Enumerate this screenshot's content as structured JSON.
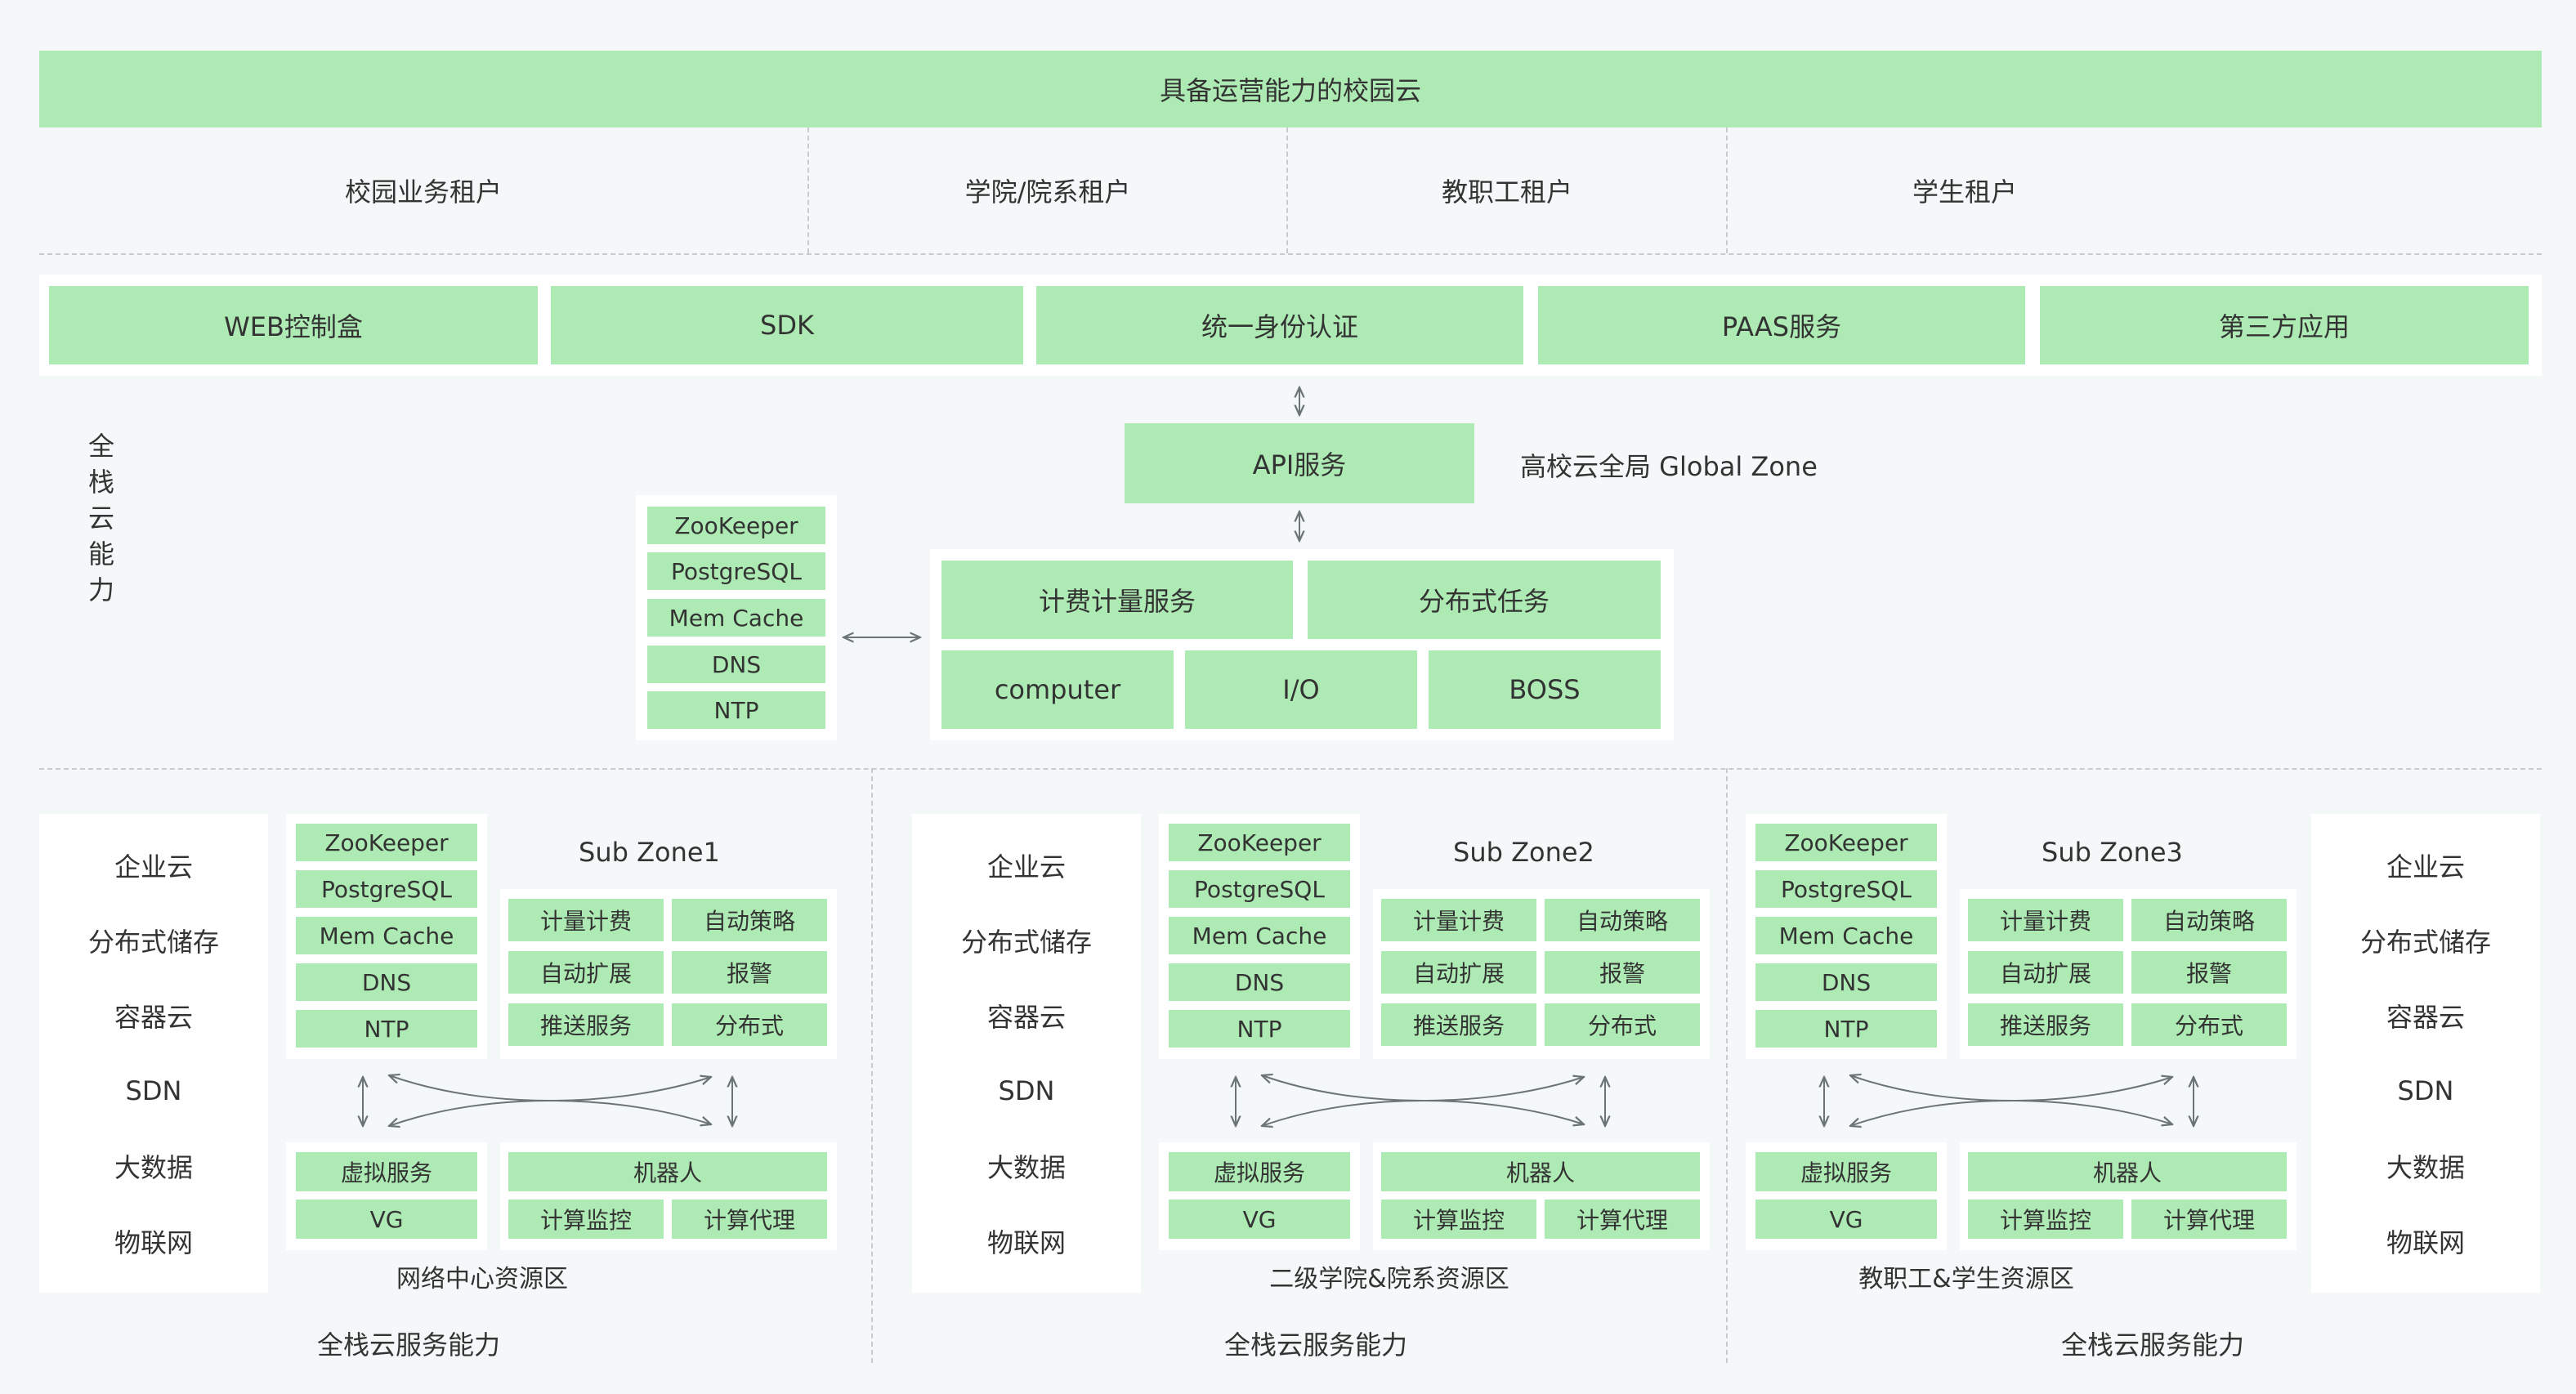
{
  "header": {
    "title": "具备运营能力的校园云"
  },
  "tenants": [
    "校园业务租户",
    "学院/院系租户",
    "教职工租户",
    "学生租户"
  ],
  "access_layer": [
    "WEB控制盒",
    "SDK",
    "统一身份认证",
    "PAAS服务",
    "第三方应用"
  ],
  "side_label": "全栈云能力",
  "global_zone": {
    "api": "API服务",
    "label": "高校云全局 Global Zone",
    "infra": [
      "ZooKeeper",
      "PostgreSQL",
      "Mem Cache",
      "DNS",
      "NTP"
    ],
    "services_top": [
      "计费计量服务",
      "分布式任务"
    ],
    "services_bottom": [
      "computer",
      "I/O",
      "BOSS"
    ]
  },
  "subzones": [
    {
      "capabilities": [
        "企业云",
        "分布式储存",
        "容器云",
        "SDN",
        "大数据",
        "物联网"
      ],
      "infra": [
        "ZooKeeper",
        "PostgreSQL",
        "Mem Cache",
        "DNS",
        "NTP"
      ],
      "title": "Sub Zone1",
      "services": [
        "计量计费",
        "自动策略",
        "自动扩展",
        "报警",
        "推送服务",
        "分布式"
      ],
      "virtual": [
        "虚拟服务",
        "VG"
      ],
      "robot": "机器人",
      "robot_items": [
        "计算监控",
        "计算代理"
      ],
      "zone_name": "网络中心资源区",
      "footer": "全栈云服务能力"
    },
    {
      "capabilities": [
        "企业云",
        "分布式储存",
        "容器云",
        "SDN",
        "大数据",
        "物联网"
      ],
      "infra": [
        "ZooKeeper",
        "PostgreSQL",
        "Mem Cache",
        "DNS",
        "NTP"
      ],
      "title": "Sub Zone2",
      "services": [
        "计量计费",
        "自动策略",
        "自动扩展",
        "报警",
        "推送服务",
        "分布式"
      ],
      "virtual": [
        "虚拟服务",
        "VG"
      ],
      "robot": "机器人",
      "robot_items": [
        "计算监控",
        "计算代理"
      ],
      "zone_name": "二级学院&院系资源区",
      "footer": "全栈云服务能力"
    },
    {
      "capabilities": [
        "企业云",
        "分布式储存",
        "容器云",
        "SDN",
        "大数据",
        "物联网"
      ],
      "infra": [
        "ZooKeeper",
        "PostgreSQL",
        "Mem Cache",
        "DNS",
        "NTP"
      ],
      "title": "Sub Zone3",
      "services": [
        "计量计费",
        "自动策略",
        "自动扩展",
        "报警",
        "推送服务",
        "分布式"
      ],
      "virtual": [
        "虚拟服务",
        "VG"
      ],
      "robot": "机器人",
      "robot_items": [
        "计算监控",
        "计算代理"
      ],
      "zone_name": "教职工&学生资源区",
      "footer": "全栈云服务能力"
    }
  ],
  "colors": {
    "green": "#aeebb4",
    "background": "#f4f8f9",
    "panel": "#ffffff",
    "line": "#6b7476"
  }
}
